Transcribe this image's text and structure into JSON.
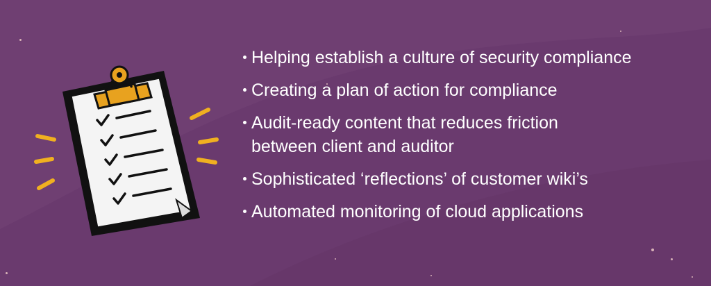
{
  "colors": {
    "background": "#6a3a6e",
    "clip": "#e8a21f",
    "accent_lines": "#f0b020",
    "paper": "#f4f4f4",
    "ink": "#111111"
  },
  "illustration": {
    "icon": "clipboard-checklist-icon"
  },
  "bullets": [
    {
      "text": "Helping establish a culture of security compliance"
    },
    {
      "text": "Creating a plan of action for compliance"
    },
    {
      "text": "Audit-ready content that reduces friction between client and auditor"
    },
    {
      "text": "Sophisticated ‘reflections’ of customer wiki’s"
    },
    {
      "text": "Automated monitoring of cloud applications"
    }
  ]
}
